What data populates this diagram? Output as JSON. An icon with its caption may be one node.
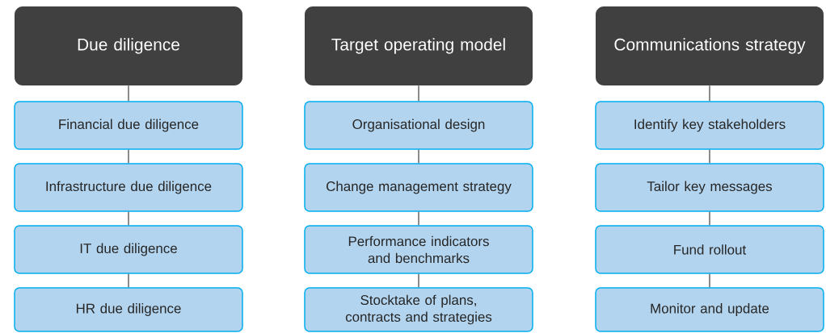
{
  "diagram": {
    "nodes": [
      {
        "text": [
          "Due diligence"
        ]
      },
      {
        "text": [
          "Financial due diligence"
        ]
      },
      {
        "text": [
          "Infrastructure due diligence"
        ]
      },
      {
        "text": [
          "IT due diligence"
        ]
      },
      {
        "text": [
          "HR due diligence"
        ]
      },
      {
        "text": [
          "Target operating model"
        ]
      },
      {
        "text": [
          "Organisational design"
        ]
      },
      {
        "text": [
          "Change management strategy"
        ]
      },
      {
        "text": [
          "Performance indicators and benchmarks"
        ]
      },
      {
        "text": [
          "Stocktake of plans, contracts and strategies"
        ]
      },
      {
        "text": [
          "Communications strategy"
        ]
      },
      {
        "text": [
          "Identify key stakeholders"
        ]
      },
      {
        "text": [
          "Tailor key messages"
        ]
      },
      {
        "text": [
          "Fund rollout"
        ]
      },
      {
        "text": [
          "Monitor and update"
        ]
      }
    ],
    "edges": [
      {
        "from": 0,
        "to": 1,
        "arrow": "none"
      },
      {
        "from": 1,
        "to": 2,
        "arrow": "none"
      },
      {
        "from": 2,
        "to": 3,
        "arrow": "none"
      },
      {
        "from": 3,
        "to": 4,
        "arrow": "none"
      },
      {
        "from": 5,
        "to": 6,
        "arrow": "none"
      },
      {
        "from": 6,
        "to": 7,
        "arrow": "none"
      },
      {
        "from": 7,
        "to": 8,
        "arrow": "none"
      },
      {
        "from": 8,
        "to": 9,
        "arrow": "none"
      },
      {
        "from": 10,
        "to": 11,
        "arrow": "none"
      },
      {
        "from": 11,
        "to": 12,
        "arrow": "none"
      },
      {
        "from": 12,
        "to": 13,
        "arrow": "none"
      },
      {
        "from": 13,
        "to": 14,
        "arrow": "none"
      }
    ]
  }
}
